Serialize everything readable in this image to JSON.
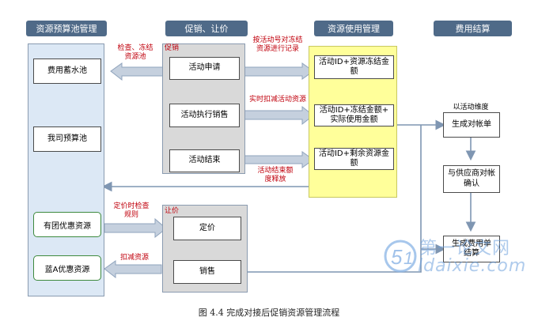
{
  "headers": {
    "budget_pool": "资源预算池管理",
    "promo": "促销、让价",
    "usage": "资源使用管理",
    "settlement": "费用结算"
  },
  "section_labels": {
    "promo": "促销",
    "discount": "让价"
  },
  "pool_boxes": [
    "费用蓄水池",
    "我司预算池",
    "有团优惠资源",
    "蓝A优惠资源"
  ],
  "promo_boxes": [
    "活动申请",
    "活动执行销售",
    "活动结束"
  ],
  "discount_boxes": [
    "定价",
    "销售"
  ],
  "usage_boxes": [
    [
      "活动ID+资源冻结金",
      "额"
    ],
    [
      "活动ID+冻结金额+",
      "实际使用金额"
    ],
    [
      "活动ID+剩余资源金",
      "额"
    ]
  ],
  "settlement": {
    "note": "以活动维度",
    "box1": "生成对帐单",
    "box2": [
      "与供应商对帐",
      "确认"
    ],
    "box3": [
      "生成费用单",
      "结算"
    ]
  },
  "arrow_labels": {
    "check_freeze": [
      "检查、冻结",
      "资源池"
    ],
    "by_activity": [
      "按活动号对冻结",
      "资源进行记录"
    ],
    "realtime": "实时扣减活动资源",
    "release": [
      "活动结束额",
      "度释放"
    ],
    "price_check": [
      "定价时检查",
      "规则"
    ],
    "deduct": "扣减资源"
  },
  "caption": "图 4.4  完成对接后促销资源管理流程",
  "watermark": {
    "text_top": "第一论文网",
    "text_bottom": "ldaixie.com"
  },
  "colors": {
    "header": "#4f6a88",
    "pool_bg": "#dce8f5",
    "promo_bg": "#d9d9d9",
    "usage_bg": "#ffff9a",
    "arrow": "#8fa3bc",
    "label_red": "#c0000c"
  }
}
